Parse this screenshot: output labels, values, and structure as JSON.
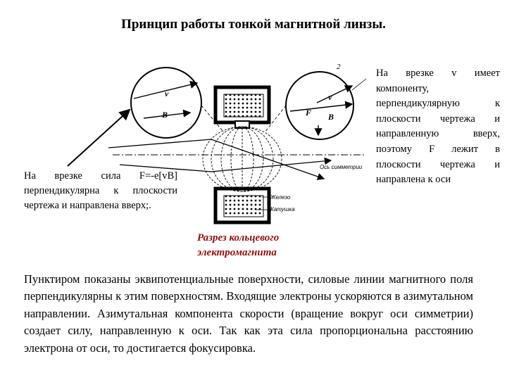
{
  "title": "Принцип работы тонкой магнитной линзы.",
  "right_note": "На врезке v имеет компоненту, перпендикулярную к плоскости чертежа и направленную вверх, поэтому F лежит в плоскости чертежа и направлена к оси",
  "left_note": "На врезке сила F=-e[vB] перпендикулярна к плоскости чертежа и направлена вверх;.",
  "caption_line1": "Разрез кольцевого",
  "caption_line2": "электромагнита",
  "bottom_text": "Пунктиром показаны эквипотенциальные поверхности, силовые линии магнитного поля перпендикулярны к этим поверхностям. Входящие электроны ускоряются в азимутальном направлении. Азимутальная компонента скорости (вращение вокруг оси симметрии) создает силу, направленную к оси. Так как эта сила пропорциональна расстоянию электрона от оси, то достигается фокусировка.",
  "labels": {
    "left_v": "v",
    "left_B": "B",
    "right_F": "F",
    "right_v": "v",
    "right_B": "B",
    "num_2": "2",
    "axis": "Ось симметрии",
    "iron": "Железо",
    "coil": "Катушка"
  },
  "colors": {
    "caption": "#8b1010",
    "ink": "#000000"
  }
}
